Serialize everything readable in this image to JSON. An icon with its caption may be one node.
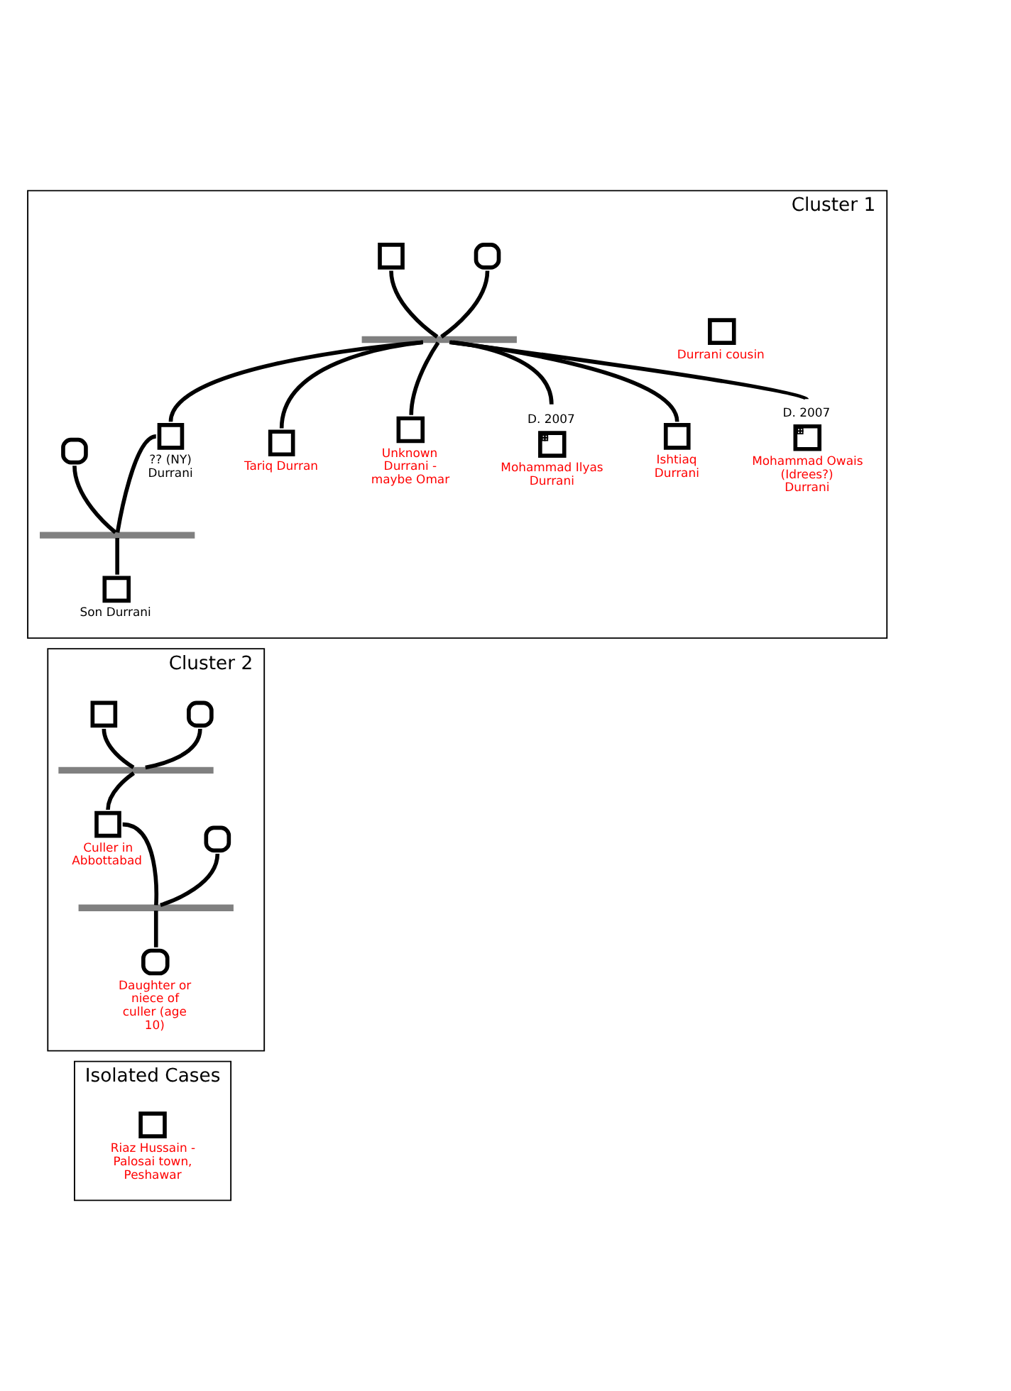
{
  "diagram": {
    "nodes": [
      {
        "text": [
          "Cluster 1"
        ]
      },
      {
        "text": [],
        "shape": "box",
        "in": 0
      },
      {
        "text": [],
        "shape": "circle",
        "in": 0
      },
      {
        "text": [],
        "shape": "bar",
        "in": 0
      },
      {
        "text": [
          "Ishtiaq Durrani"
        ],
        "in": 0
      },
      {
        "text": [
          "Mohammad Ilyas Durrani"
        ],
        "beside": [
          "D. 2007"
        ],
        "in": 0
      },
      {
        "text": [
          "Mohammad Owais (Idrees?) Durrani"
        ],
        "beside": [
          "D. 2007"
        ],
        "in": 0
      },
      {
        "text": [
          "Tariq Durran"
        ],
        "in": 0
      },
      {
        "text": [
          "Unknown Durrani - maybe Omar"
        ],
        "in": 0
      },
      {
        "text": [
          "?? (NY) Durrani"
        ],
        "in": 0
      },
      {
        "text": [],
        "shape": "circle",
        "in": 0
      },
      {
        "text": [],
        "shape": "bar",
        "in": 0
      },
      {
        "text": [
          "Son Durrani"
        ],
        "in": 0
      },
      {
        "text": [
          "Durrani cousin"
        ],
        "in": 0
      },
      {
        "text": [
          "Cluster 2"
        ]
      },
      {
        "text": [],
        "shape": "box",
        "in": 14
      },
      {
        "text": [],
        "shape": "circle",
        "in": 14
      },
      {
        "text": [],
        "shape": "bar",
        "in": 14
      },
      {
        "text": [
          "Culler in Abbottabad"
        ],
        "in": 14
      },
      {
        "text": [],
        "shape": "circle",
        "in": 14
      },
      {
        "text": [],
        "shape": "bar",
        "in": 14
      },
      {
        "text": [
          "Daughter or niece of culler (age 10)"
        ],
        "in": 14
      },
      {
        "text": [
          "Isolated Cases"
        ]
      },
      {
        "text": [
          "Riaz Hussain - Palosai town, Peshawar"
        ],
        "in": 22
      }
    ],
    "edges": [
      {
        "from": 1,
        "to": 3,
        "arrow": "none"
      },
      {
        "from": 2,
        "to": 3,
        "arrow": "none"
      },
      {
        "from": 3,
        "to": 4,
        "arrow": "none"
      },
      {
        "from": 3,
        "to": 5,
        "arrow": "none"
      },
      {
        "from": 3,
        "to": 6,
        "arrow": "none"
      },
      {
        "from": 3,
        "to": 7,
        "arrow": "none"
      },
      {
        "from": 3,
        "to": 8,
        "arrow": "none"
      },
      {
        "from": 3,
        "to": 9,
        "arrow": "none"
      },
      {
        "from": 9,
        "to": 11,
        "arrow": "none"
      },
      {
        "from": 10,
        "to": 11,
        "arrow": "none"
      },
      {
        "from": 11,
        "to": 12,
        "arrow": "none"
      },
      {
        "from": 15,
        "to": 17,
        "arrow": "none"
      },
      {
        "from": 16,
        "to": 17,
        "arrow": "none"
      },
      {
        "from": 17,
        "to": 18,
        "arrow": "none"
      },
      {
        "from": 18,
        "to": 20,
        "arrow": "none"
      },
      {
        "from": 19,
        "to": 20,
        "arrow": "none"
      },
      {
        "from": 20,
        "to": 21,
        "arrow": "none"
      }
    ]
  }
}
